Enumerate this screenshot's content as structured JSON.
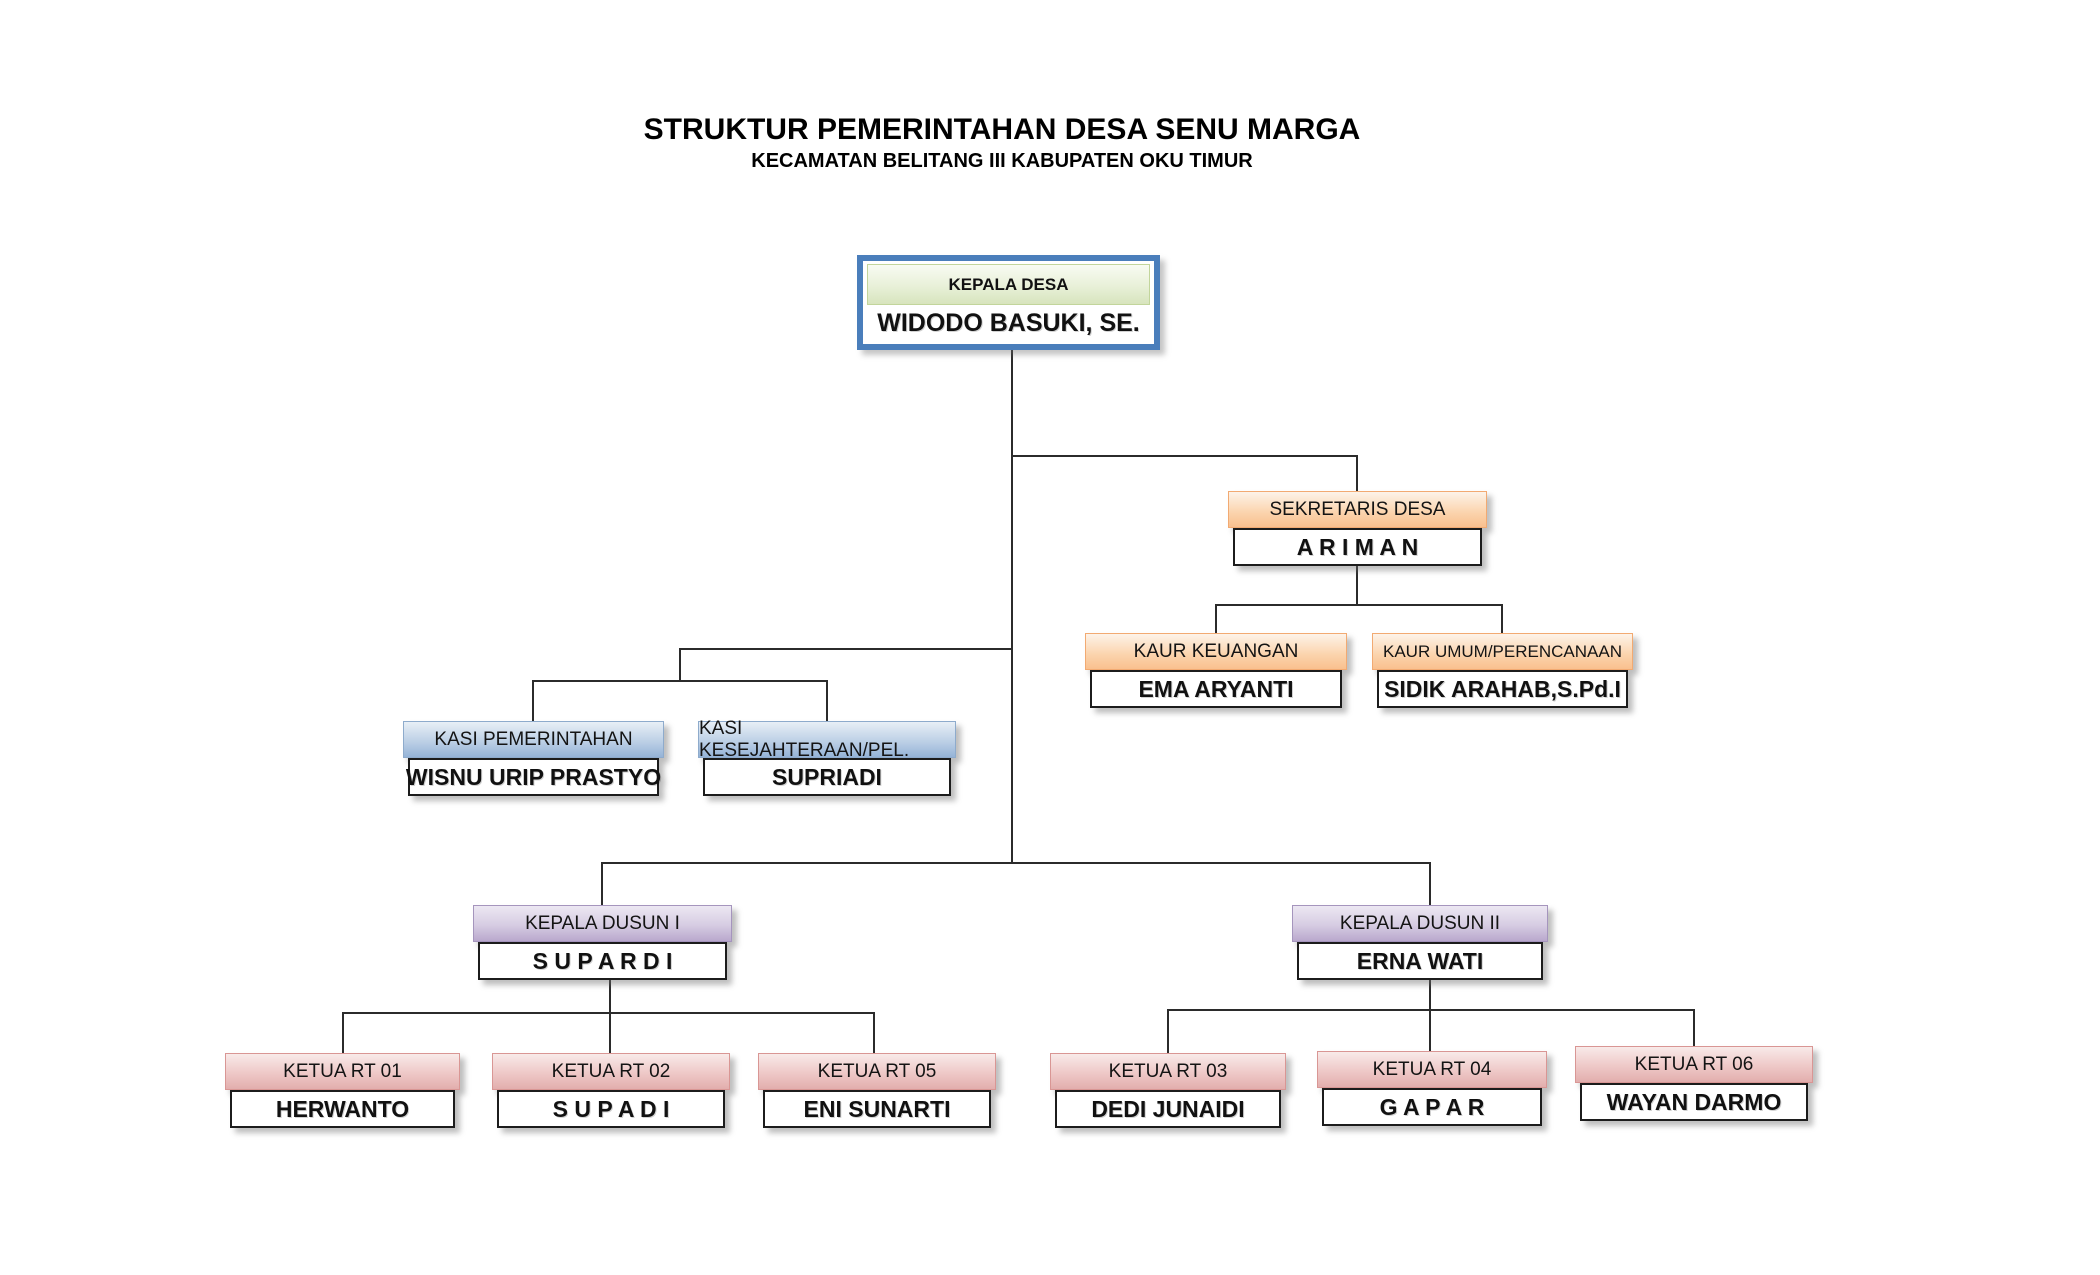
{
  "title": "STRUKTUR PEMERINTAHAN DESA SENU MARGA",
  "subtitle": "KECAMATAN BELITANG III KABUPATEN OKU TIMUR",
  "colors": {
    "frame_blue": "#4a7ebb",
    "header_green": "#d7e4bd",
    "header_orange": "#f9c08f",
    "header_blue": "#95b3d7",
    "header_purple": "#b9a8cd",
    "header_pink": "#e2aead",
    "connector": "#2b2b2b"
  },
  "nodes": [
    {
      "id": "kepala-desa",
      "role": "KEPALA DESA",
      "name": "WIDODO BASUKI, SE.",
      "theme": "green",
      "parent": null
    },
    {
      "id": "sekretaris-desa",
      "role": "SEKRETARIS DESA",
      "name": "A R I M A N",
      "theme": "orange",
      "parent": "kepala-desa"
    },
    {
      "id": "kaur-keuangan",
      "role": "KAUR KEUANGAN",
      "name": "EMA ARYANTI",
      "theme": "orange",
      "parent": "sekretaris-desa"
    },
    {
      "id": "kaur-umum-perencanaan",
      "role": "KAUR UMUM/PERENCANAAN",
      "name": "SIDIK ARAHAB,S.Pd.I",
      "theme": "orange",
      "parent": "sekretaris-desa"
    },
    {
      "id": "kasi-pemerintahan",
      "role": "KASI PEMERINTAHAN",
      "name": "WISNU URIP PRASTYO",
      "theme": "blue",
      "parent": "kepala-desa"
    },
    {
      "id": "kasi-kesejahteraan",
      "role": "KASI KESEJAHTERAAN/PEL.",
      "name": "SUPRIADI",
      "theme": "blue",
      "parent": "kepala-desa"
    },
    {
      "id": "kepala-dusun-1",
      "role": "KEPALA DUSUN I",
      "name": "S U P A R D I",
      "theme": "purple",
      "parent": "kepala-desa"
    },
    {
      "id": "kepala-dusun-2",
      "role": "KEPALA DUSUN II",
      "name": "ERNA WATI",
      "theme": "purple",
      "parent": "kepala-desa"
    },
    {
      "id": "ketua-rt-01",
      "role": "KETUA RT 01",
      "name": "HERWANTO",
      "theme": "pink",
      "parent": "kepala-dusun-1"
    },
    {
      "id": "ketua-rt-02",
      "role": "KETUA RT 02",
      "name": "S U P A D I",
      "theme": "pink",
      "parent": "kepala-dusun-1"
    },
    {
      "id": "ketua-rt-05",
      "role": "KETUA RT 05",
      "name": "ENI SUNARTI",
      "theme": "pink",
      "parent": "kepala-dusun-1"
    },
    {
      "id": "ketua-rt-03",
      "role": "KETUA RT 03",
      "name": "DEDI JUNAIDI",
      "theme": "pink",
      "parent": "kepala-dusun-2"
    },
    {
      "id": "ketua-rt-04",
      "role": "KETUA RT 04",
      "name": "G A P A R",
      "theme": "pink",
      "parent": "kepala-dusun-2"
    },
    {
      "id": "ketua-rt-06",
      "role": "KETUA RT 06",
      "name": "WAYAN DARMO",
      "theme": "pink",
      "parent": "kepala-dusun-2"
    }
  ]
}
